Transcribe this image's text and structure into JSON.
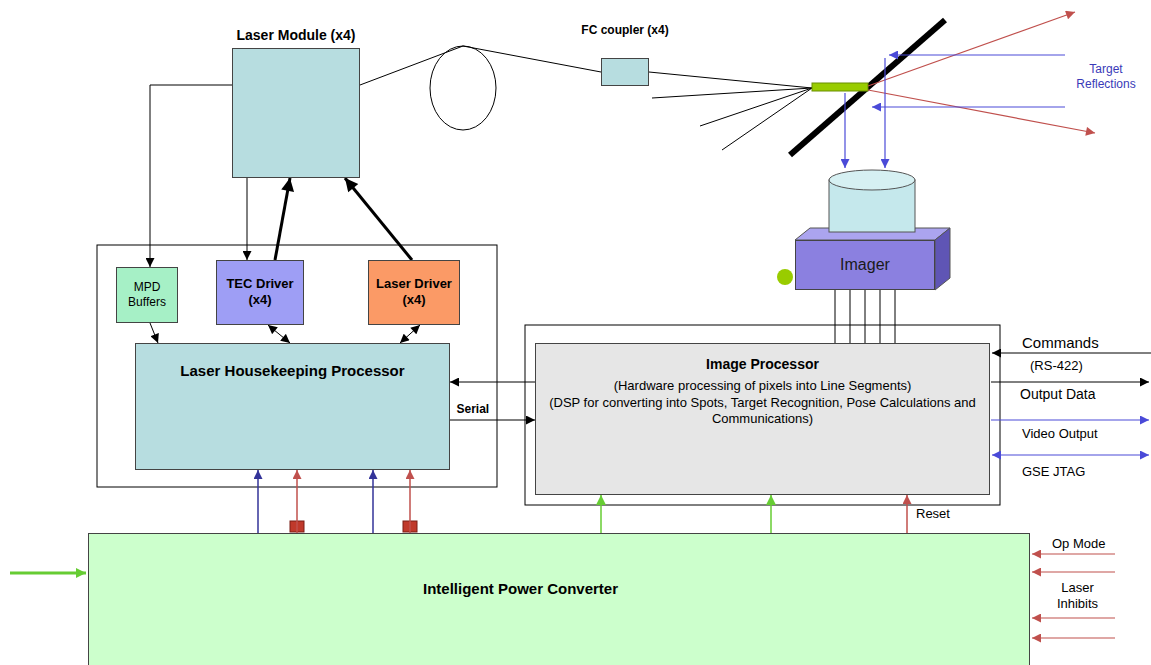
{
  "diagram": {
    "nodes": [
      {
        "text": [
          "Laser Module (x4)"
        ]
      },
      {
        "text": [
          "FC coupler (x4)"
        ]
      },
      {
        "text": [
          "Imager"
        ]
      },
      {
        "text": [
          "MPD Buffers"
        ]
      },
      {
        "text": [
          "TEC Driver (x4)"
        ]
      },
      {
        "text": [
          "Laser Driver (x4)"
        ]
      },
      {
        "text": [
          "Laser Housekeeping Processor"
        ]
      },
      {
        "text": [
          "Image Processor",
          "(Hardware processing of pixels into Line Segments)",
          "(DSP for converting into Spots, Target Recognition, Pose Calculations and Communications)"
        ]
      },
      {
        "text": [
          "Intelligent Power Converter"
        ]
      }
    ],
    "edges": [
      {
        "from": 0,
        "to": 1,
        "arrow": "none"
      },
      {
        "from": 0,
        "to": 3,
        "arrow": "to"
      },
      {
        "from": 0,
        "to": 4,
        "arrow": "to"
      },
      {
        "from": 4,
        "to": 0,
        "arrow": "to"
      },
      {
        "from": 5,
        "to": 0,
        "arrow": "to"
      },
      {
        "from": 4,
        "to": 6,
        "arrow": "both"
      },
      {
        "from": 5,
        "to": 6,
        "arrow": "both"
      },
      {
        "from": 3,
        "to": 6,
        "arrow": "to"
      },
      {
        "from": 6,
        "to": 7,
        "label": "Serial",
        "arrow": "to"
      },
      {
        "from": 7,
        "to": 6,
        "arrow": "to"
      },
      {
        "from": 8,
        "to": 6,
        "arrow": "to"
      },
      {
        "from": 8,
        "to": 6,
        "arrow": "to"
      },
      {
        "from": 8,
        "to": 6,
        "arrow": "to"
      },
      {
        "from": 8,
        "to": 6,
        "arrow": "to"
      },
      {
        "from": 8,
        "to": 7,
        "arrow": "to"
      },
      {
        "from": 8,
        "to": 7,
        "arrow": "to"
      },
      {
        "from": 8,
        "to": 7,
        "label": "Reset",
        "arrow": "to"
      },
      {
        "from": 2,
        "to": 7,
        "arrow": "none"
      }
    ],
    "labels": [
      "Target Reflections",
      "Commands",
      "(RS-422)",
      "Output Data",
      "Video Output",
      "GSE JTAG",
      "Op Mode",
      "Laser Inhibits"
    ]
  }
}
